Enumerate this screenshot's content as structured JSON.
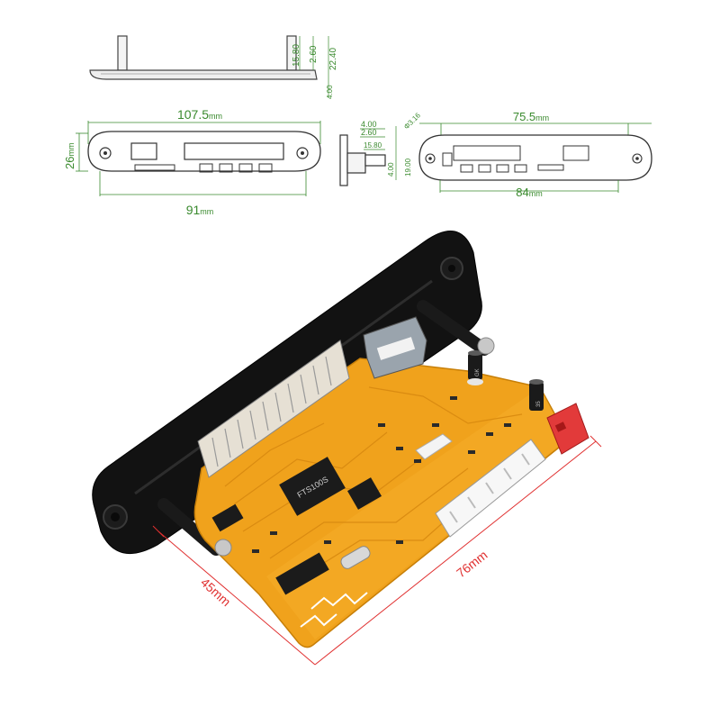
{
  "side_view": {
    "dims": [
      "15.80",
      "2.60",
      "22.40",
      "4.00"
    ]
  },
  "front_large": {
    "width_top": "107.5",
    "width_bottom": "91",
    "height": "26",
    "unit": "mm"
  },
  "side_small": {
    "dims": [
      "4.00",
      "2.60",
      "15.80",
      "4.00",
      "19.00"
    ]
  },
  "front_small": {
    "width_top": "75.5",
    "width_bottom": "84",
    "hole": "Φ3.16",
    "unit": "mm"
  },
  "board": {
    "chip_label": "FTS100S",
    "caps": [
      "GK",
      "35"
    ],
    "dim_depth": "45mm",
    "dim_length": "76mm"
  },
  "colors": {
    "green": "#3a8a2e",
    "red": "#e03030",
    "pcb": "#f0a21c",
    "bezel": "#121212"
  }
}
